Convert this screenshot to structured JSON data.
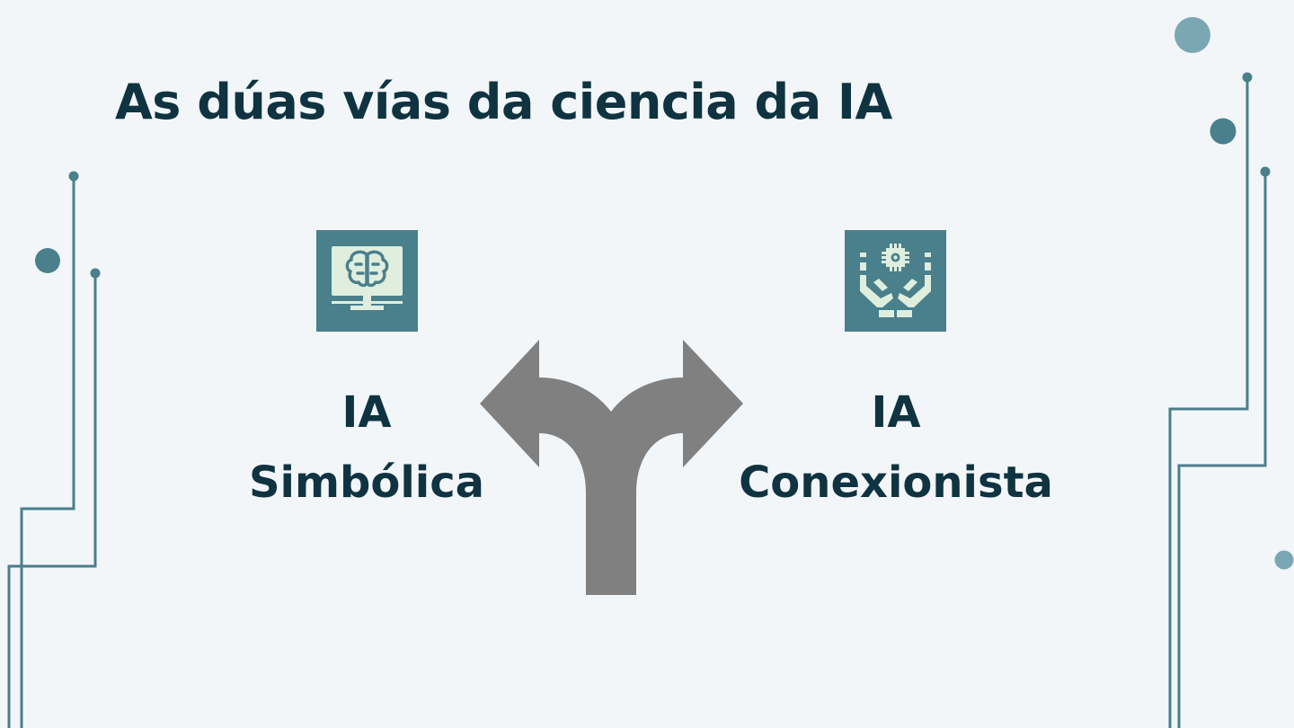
{
  "slide": {
    "title": "As dúas vías da ciencia da IA",
    "left_branch": {
      "line1": "IA",
      "line2": "Simbólica",
      "icon": "brain-monitor-icon"
    },
    "right_branch": {
      "line1": "IA",
      "line2": "Conexionista",
      "icon": "hands-chip-icon"
    },
    "center_icon": "fork-arrow-icon"
  },
  "colors": {
    "background": "#f2f6f9",
    "title_text": "#0f3340",
    "accent_teal": "#4a7f8c",
    "light_teal": "#7ba7b3",
    "icon_fill": "#dfeedd",
    "arrow_gray": "#808080"
  }
}
